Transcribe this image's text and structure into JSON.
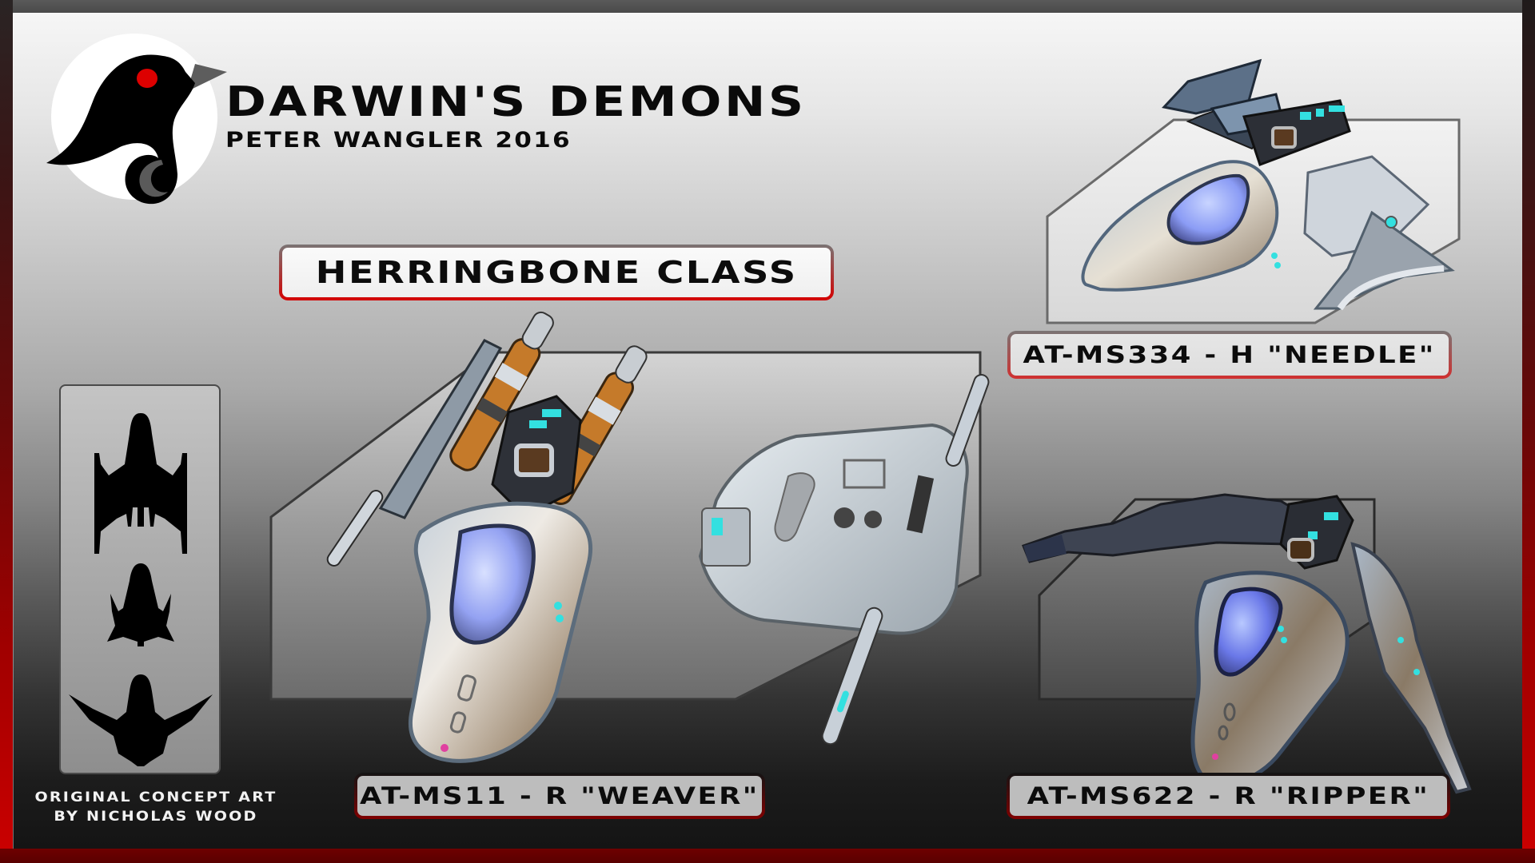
{
  "header": {
    "title": "DARWIN'S DEMONS",
    "subtitle": "PETER WANGLER 2016",
    "logo": "demon-bird-head-logo"
  },
  "class_label": "HERRINGBONE CLASS",
  "ships": [
    {
      "id": "weaver",
      "label": "AT-MS11 - R \"WEAVER\"",
      "icon": "spaceship-weaver-render"
    },
    {
      "id": "needle",
      "label": "AT-MS334 - H \"NEEDLE\"",
      "icon": "spaceship-needle-render"
    },
    {
      "id": "ripper",
      "label": "AT-MS622 - R \"RIPPER\"",
      "icon": "spaceship-ripper-render"
    }
  ],
  "silhouettes": [
    "silhouette-weaver",
    "silhouette-needle",
    "silhouette-ripper"
  ],
  "credits": {
    "line1": "ORIGINAL CONCEPT ART",
    "line2": "BY NICHOLAS WOOD"
  },
  "colors": {
    "frame_red": "#cc0000",
    "frame_dark_red": "#6e0000",
    "frame_top": "#555555",
    "eye_red": "#dd0000",
    "canopy_blue": "#8fa4ff",
    "accent_cyan": "#33e0e0",
    "engine_orange": "#c57a2a"
  }
}
